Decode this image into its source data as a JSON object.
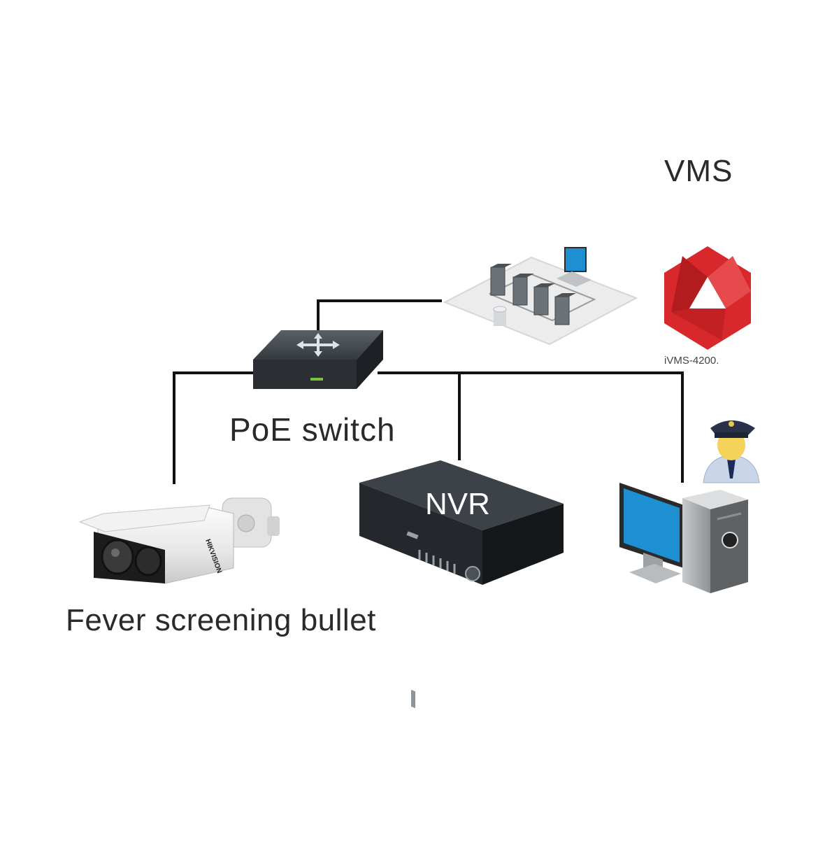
{
  "vms": {
    "title": "VMS",
    "product_name": "iVMS-4200.",
    "logo_icon": "ivms-hexagon-logo",
    "logo_color": "#d8282b"
  },
  "switch": {
    "label": "PoE switch",
    "icon": "network-switch-icon"
  },
  "nvr": {
    "label": "NVR",
    "icon": "nvr-recorder-icon"
  },
  "camera": {
    "label": "Fever screening bullet",
    "icon": "thermal-bullet-camera-icon",
    "brand": "HIKVISION"
  },
  "server_room": {
    "icon": "server-room-icon"
  },
  "workstation": {
    "icon": "desktop-computer-icon",
    "screen_color": "#1e8fd0"
  },
  "operator": {
    "icon": "security-guard-icon"
  },
  "colors": {
    "line": "#111111"
  }
}
